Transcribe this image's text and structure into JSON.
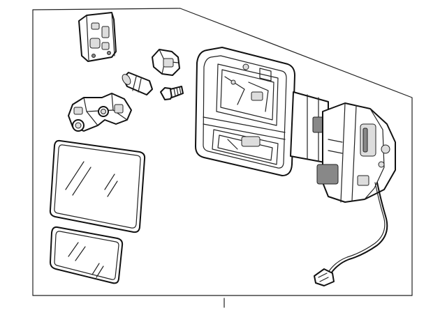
{
  "diagram": {
    "background": "#ffffff",
    "line_color": "#111111",
    "parts": [
      {
        "name": "mirror-housing-assembly"
      },
      {
        "name": "mirror-glass-upper"
      },
      {
        "name": "mirror-glass-lower"
      },
      {
        "name": "bracket-cover"
      },
      {
        "name": "lamp-socket"
      },
      {
        "name": "bulb"
      },
      {
        "name": "lamp-connector"
      },
      {
        "name": "screw"
      },
      {
        "name": "wire-harness-connector"
      }
    ]
  }
}
